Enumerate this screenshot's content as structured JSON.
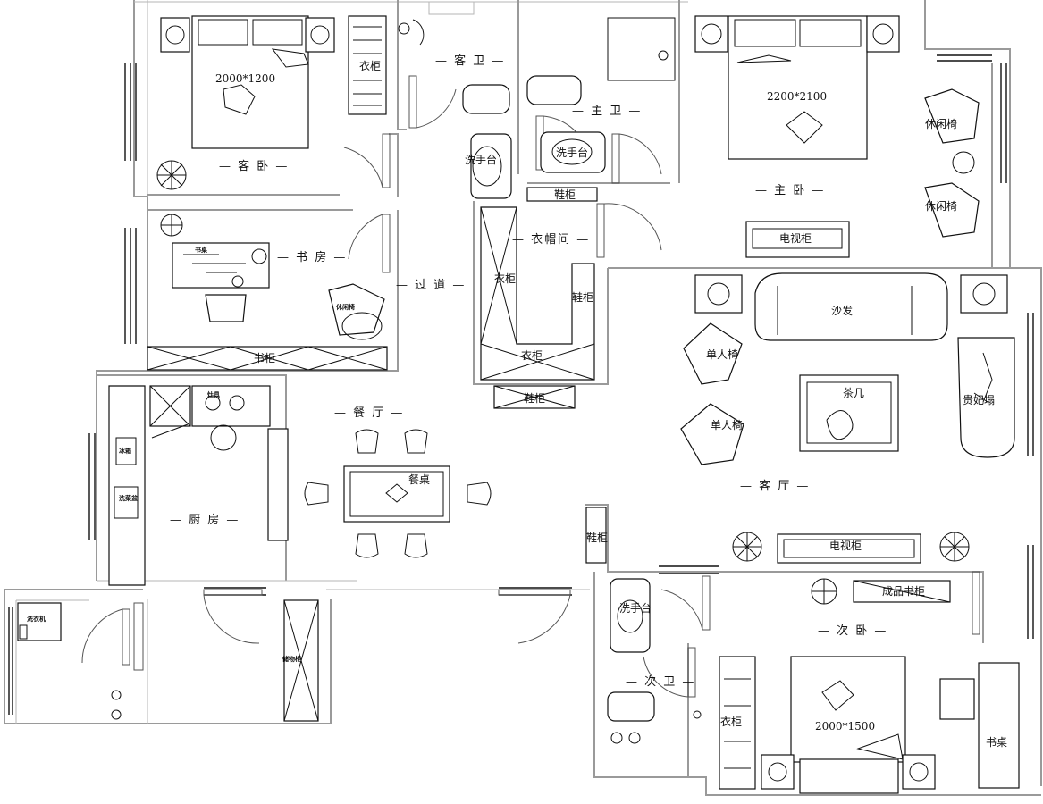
{
  "rooms": {
    "guest_bedroom": "— 客 卧 —",
    "guest_bath": "— 客 卫 —",
    "master_bath": "— 主 卫 —",
    "master_bedroom": "— 主 卧 —",
    "study": "— 书 房 —",
    "hallway": "— 过 道 —",
    "cloakroom": "— 衣帽间 —",
    "dining": "— 餐 厅 —",
    "kitchen": "— 厨 房 —",
    "living": "— 客 厅 —",
    "second_bedroom": "— 次 卧 —",
    "second_bath": "— 次 卫 —"
  },
  "labels": {
    "guest_bed_size": "2000*1200",
    "master_bed_size": "2200*2100",
    "second_bed_size": "2000*1500",
    "wardrobe": "衣柜",
    "washbasin": "洗手台",
    "shoe_cabinet": "鞋柜",
    "tv_cabinet": "电视柜",
    "leisure_chair": "休闲椅",
    "leisure_chair_small": "休闲椅",
    "desk_small": "书桌",
    "desk": "书桌",
    "bookcase": "书柜",
    "sofa": "沙发",
    "armchair": "单人椅",
    "coffee_table": "茶几",
    "chaise": "贵妃塌",
    "dining_table": "餐桌",
    "finished_bookcase": "成品书柜",
    "fridge": "冰箱",
    "sink": "洗菜盆",
    "stove": "灶具",
    "washer": "洗衣机",
    "storage": "储物柜"
  },
  "colors": {
    "wall": "#9a9a9a",
    "furniture": "#111111",
    "background": "#ffffff"
  }
}
